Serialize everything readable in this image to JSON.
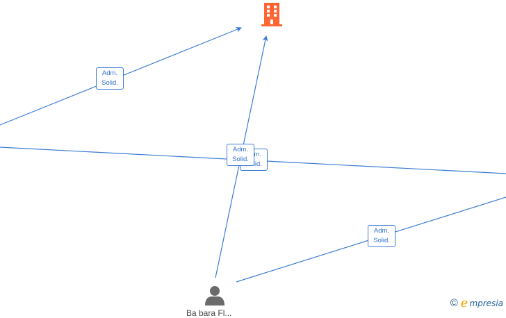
{
  "edges": [
    {
      "label_line1": "Adm.",
      "label_line2": "Solid."
    },
    {
      "label_line1": "Adm.",
      "label_line2": "Solid."
    },
    {
      "label_line1": "Adm.",
      "label_line2": "Solid."
    },
    {
      "label_line1": "Adm.",
      "label_line2": "Solid."
    }
  ],
  "nodes": {
    "company": {
      "icon": "building-icon",
      "color": "#ff6633"
    },
    "person": {
      "icon": "person-icon",
      "color": "#6b6b6b",
      "name": "Ba  bara Fl..."
    }
  },
  "brand": {
    "copyright": "©",
    "initial": "e",
    "name": "mpresia"
  },
  "colors": {
    "edge": "#3a7bd5",
    "label_text": "#2f6fd0"
  }
}
